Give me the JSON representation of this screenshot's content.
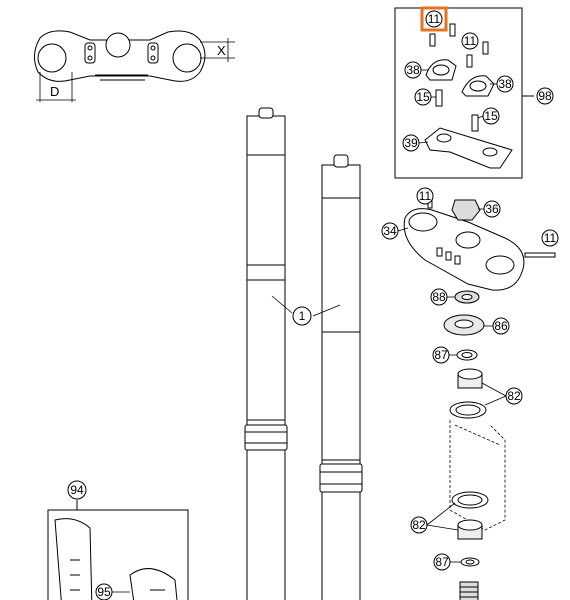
{
  "dimensions": {
    "x_label": "X",
    "d_label": "D"
  },
  "callouts": [
    {
      "id": "c11_hl",
      "text": "11",
      "highlight": true
    },
    {
      "id": "c11_b",
      "text": "11"
    },
    {
      "id": "c38_a",
      "text": "38"
    },
    {
      "id": "c38_b",
      "text": "38"
    },
    {
      "id": "c15_a",
      "text": "15"
    },
    {
      "id": "c15_b",
      "text": "15"
    },
    {
      "id": "c39",
      "text": "39"
    },
    {
      "id": "c98",
      "text": "98"
    },
    {
      "id": "c11_c",
      "text": "11"
    },
    {
      "id": "c36",
      "text": "36"
    },
    {
      "id": "c34",
      "text": "34"
    },
    {
      "id": "c11_d",
      "text": "11"
    },
    {
      "id": "c88",
      "text": "88"
    },
    {
      "id": "c86",
      "text": "86"
    },
    {
      "id": "c87_a",
      "text": "87"
    },
    {
      "id": "c82_a",
      "text": "82"
    },
    {
      "id": "c82_b",
      "text": "82"
    },
    {
      "id": "c87_b",
      "text": "87"
    },
    {
      "id": "c1",
      "text": "1"
    },
    {
      "id": "c94",
      "text": "94"
    },
    {
      "id": "c95",
      "text": "95"
    }
  ],
  "colors": {
    "highlight": "#e8731f",
    "line": "#000000",
    "fill": "#ffffff",
    "shade": "#cfcfcf"
  }
}
